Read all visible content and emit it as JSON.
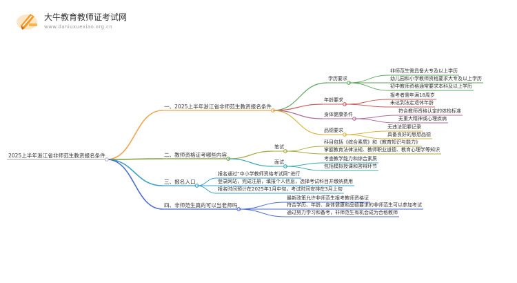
{
  "brand": {
    "name": "大牛教育教师证考试网",
    "url": "www.daniuxuexiao.org.cn",
    "logo_icon": "book-pen-icon"
  },
  "root": "2025上半年浙江省非师范生教资报名条件",
  "sections": [
    {
      "label": "一、2025上半年浙江省非师范生教资报名条件",
      "color": "#f0a54a",
      "children": [
        {
          "label": "学历要求",
          "color": "#5aa55a",
          "children": [
            "非师范生需具备大专及以上学历",
            "幼儿园和小学教师资格要求大专及以上学历",
            "初中教师资格通常要求本科及以上学历"
          ]
        },
        {
          "label": "年龄要求",
          "color": "#c95a5a",
          "children": [
            "报考者需年满18周岁",
            "未达到法定退休年龄"
          ]
        },
        {
          "label": "身体健康条件",
          "color": "#b06a9c",
          "children": [
            "符合教师资格认定的体检标准",
            "无重大精神或心理疾病"
          ]
        },
        {
          "label": "品德要求",
          "color": "#d9b23a",
          "children": [
            "无违法犯罪记录",
            "具备良好的思想品德"
          ]
        }
      ]
    },
    {
      "label": "二、教师资格证考哪些内容",
      "color": "#7a9a3a",
      "children": [
        {
          "label": "笔试",
          "color": "#a8a83a",
          "children": [
            "科目包括《综合素质》和《教育知识与能力》",
            "掌握教育法律法规、教师职业道德、教育心理学等知识"
          ]
        },
        {
          "label": "面试",
          "color": "#3aa8b0",
          "children": [
            "考查教学能力和综合素质",
            "包括模拟授课和答辩环节"
          ]
        }
      ]
    },
    {
      "label": "三、报名入口",
      "color": "#3aa0c8",
      "children": [
        "报名通过“中小学教师资格考试网”进行",
        "登录网站，完成注册，填报个人信息，选择考试科目并缴纳费用",
        "报名时间预计在2025年1月中旬，考试时间安排在3月上旬"
      ]
    },
    {
      "label": "四、非师范生真的可以当老师吗",
      "color": "#4a6ad0",
      "children": [
        "最新政策允许非师范生报考教师资格证",
        "符合学历、年龄、身体健康和品德要求的非师范生可以参加考试",
        "通过努力学习和备考，非师范生有机会成为合格教师"
      ]
    }
  ]
}
